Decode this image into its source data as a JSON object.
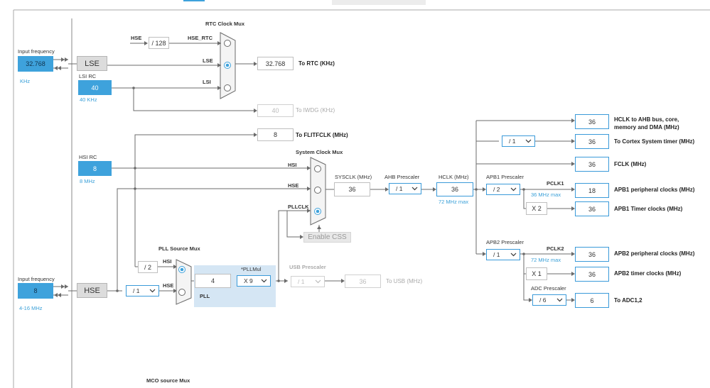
{
  "colors": {
    "accent": "#3ea2dc",
    "line": "#6b6b6b",
    "pll_bg": "#d5e6f4"
  },
  "left": {
    "lse_input_label": "Input frequency",
    "lse_value": "32.768",
    "lse_unit": "KHz",
    "lse_button": "LSE",
    "lsi_label": "LSI RC",
    "lsi_value": "40",
    "lsi_unit": "40 KHz",
    "hsi_label": "HSI RC",
    "hsi_value": "8",
    "hsi_unit": "8 MHz",
    "hse_input_label": "Input frequency",
    "hse_value": "8",
    "hse_unit": "4-16 MHz",
    "hse_button": "HSE"
  },
  "rtc": {
    "title": "RTC Clock Mux",
    "hse_in": "HSE",
    "div": "/ 128",
    "hse_rtc": "HSE_RTC",
    "lse": "LSE",
    "lsi": "LSI",
    "out_value": "32.768",
    "out_label": "To RTC (KHz)"
  },
  "iwdg": {
    "value": "40",
    "label": "To IWDG (KHz)"
  },
  "flit": {
    "value": "8",
    "label": "To FLITFCLK (MHz)"
  },
  "sysmux": {
    "title": "System Clock Mux",
    "hsi": "HSI",
    "hse": "HSE",
    "pllclk": "PLLCLK",
    "enable_css": "Enable CSS"
  },
  "sysclk": {
    "label": "SYSCLK (MHz)",
    "value": "36"
  },
  "ahb": {
    "label": "AHB Prescaler",
    "value": "/ 1"
  },
  "hclk": {
    "label": "HCLK (MHz)",
    "value": "36",
    "max": "72 MHz max"
  },
  "apb1": {
    "label": "APB1 Prescaler",
    "value": "/ 2",
    "pclk": "PCLK1",
    "max": "36 MHz max",
    "timer_mult": "X 2"
  },
  "apb2": {
    "label": "APB2 Prescaler",
    "value": "/ 1",
    "pclk": "PCLK2",
    "max": "72 MHz max",
    "timer_mult": "X 1"
  },
  "adc": {
    "label": "ADC Prescaler",
    "value": "/ 6"
  },
  "cortex": {
    "value": "/ 1"
  },
  "outputs": [
    {
      "value": "36",
      "label": "HCLK to AHB bus, core,",
      "label2": "memory and DMA (MHz)"
    },
    {
      "value": "36",
      "label": "To Cortex System timer (MHz)",
      "label2": ""
    },
    {
      "value": "36",
      "label": "FCLK (MHz)",
      "label2": ""
    },
    {
      "value": "18",
      "label": "APB1 peripheral clocks (MHz)",
      "label2": ""
    },
    {
      "value": "36",
      "label": "APB1 Timer clocks (MHz)",
      "label2": ""
    },
    {
      "value": "36",
      "label": "APB2 peripheral clocks (MHz)",
      "label2": ""
    },
    {
      "value": "36",
      "label": "APB2 timer clocks (MHz)",
      "label2": ""
    },
    {
      "value": "6",
      "label": "To ADC1,2",
      "label2": ""
    }
  ],
  "pllsrc": {
    "title": "PLL Source Mux",
    "div2": "/ 2",
    "hsi": "HSI",
    "hse": "HSE",
    "hse_div": "/ 1"
  },
  "pll": {
    "mul_label": "*PLLMul",
    "value": "4",
    "mul": "X 9",
    "label": "PLL"
  },
  "usb": {
    "label": "USB Prescaler",
    "value": "/ 1",
    "out": "36",
    "out_label": "To USB (MHz)"
  },
  "mco": {
    "label": "MCO source Mux"
  }
}
